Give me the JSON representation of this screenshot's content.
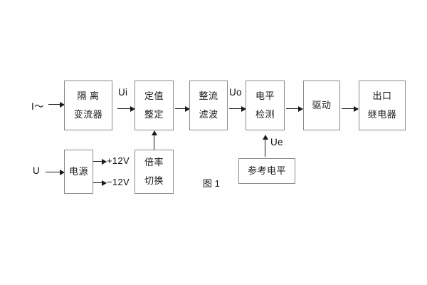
{
  "figure": {
    "caption": "图 1",
    "background_color": "#ffffff",
    "line_color": "#1a1a1a",
    "box_border_color": "#8a8a8a"
  },
  "inputs": {
    "current": "I～",
    "voltage": "U"
  },
  "blocks": {
    "isolating_transformer": {
      "line1": "隔 离",
      "line2": "变流器"
    },
    "setting_value": {
      "line1": "定值",
      "line2": "整定"
    },
    "rectify_filter": {
      "line1": "整流",
      "line2": "滤波"
    },
    "level_detection": {
      "line1": "电平",
      "line2": "检测"
    },
    "drive": {
      "line1": "驱动"
    },
    "output_relay": {
      "line1": "出口",
      "line2": "继电器"
    },
    "power_supply": {
      "line1": "电源"
    },
    "multiplier_switch": {
      "line1": "倍率",
      "line2": "切换"
    },
    "reference_level": {
      "line1": "参考电平"
    }
  },
  "signals": {
    "ui": "Ui",
    "uo": "Uo",
    "ue": "Ue",
    "rail_positive": "+12V",
    "rail_negative": "−12V"
  }
}
